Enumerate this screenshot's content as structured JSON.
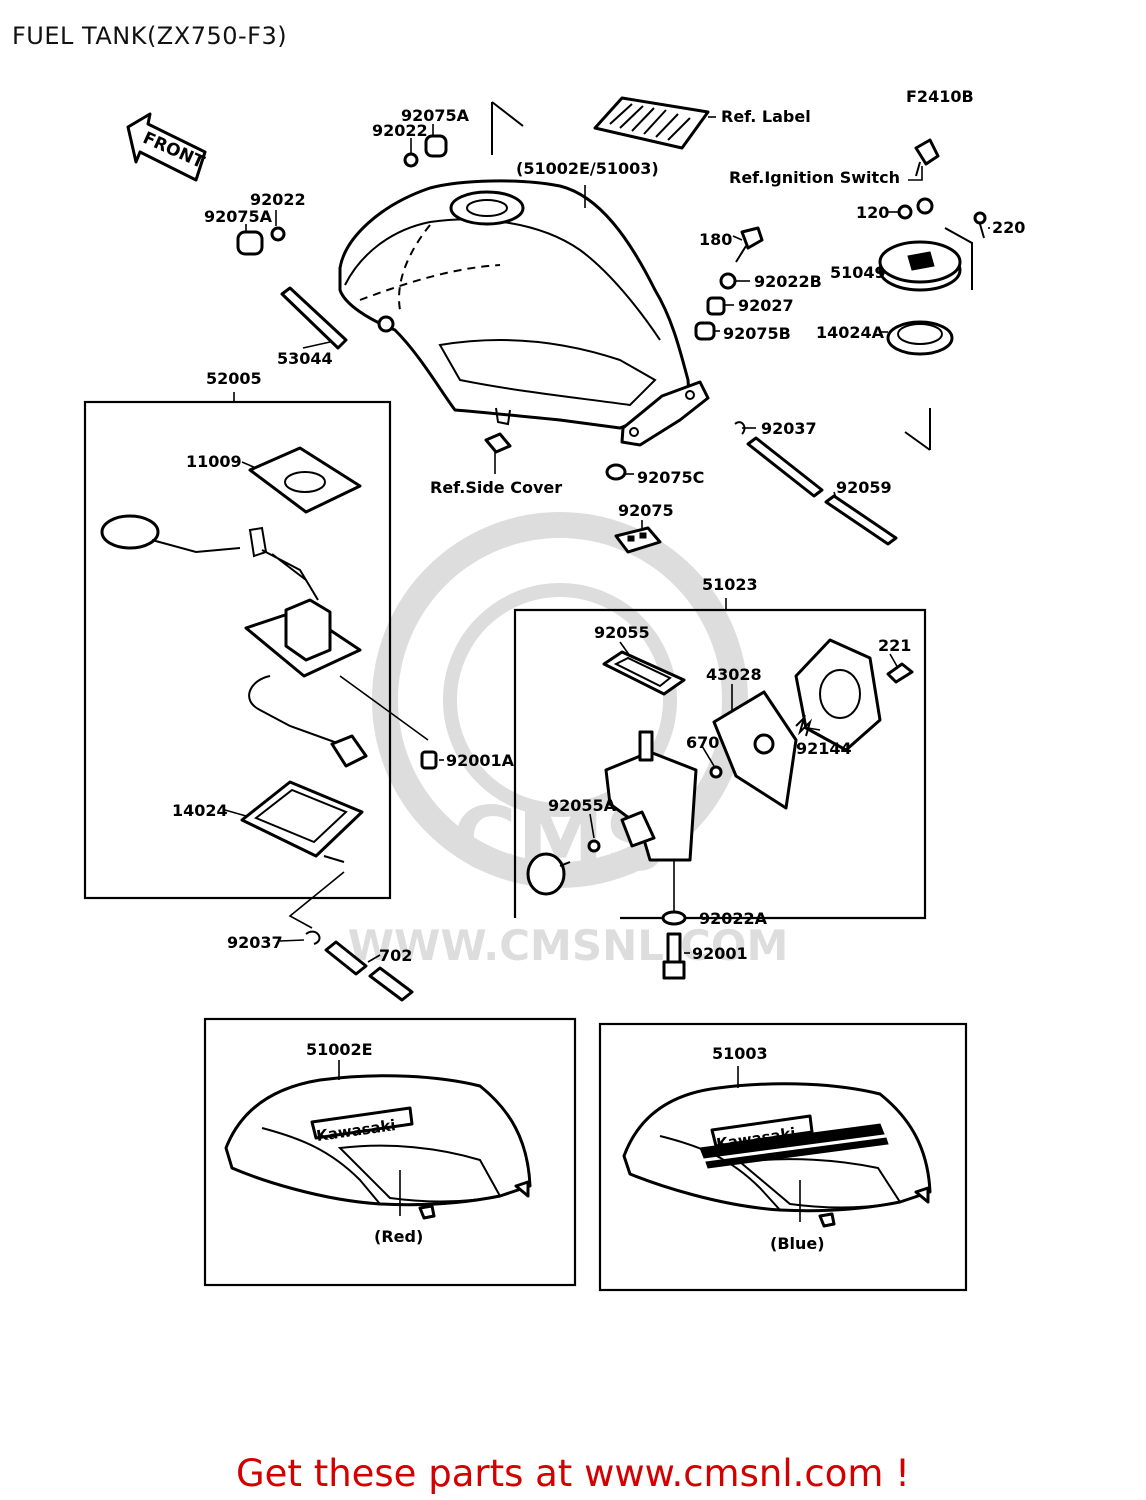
{
  "title": "FUEL TANK(ZX750-F3)",
  "figure_code": "F2410B",
  "front_arrow_label": "FRONT",
  "footer": "Get these parts at www.cmsnl.com !",
  "watermark": "WWW.CMSNL.COM",
  "labels": {
    "p92075A_top": "92075A",
    "p92022_top": "92022",
    "p51002E_51003": "(51002E/51003)",
    "ref_label": "Ref. Label",
    "ref_ignition": "Ref.Ignition Switch",
    "p92022_left": "92022",
    "p92075A_left": "92075A",
    "p53044": "53044",
    "p180": "180",
    "p92022B": "92022B",
    "p92027": "92027",
    "p92075B": "92075B",
    "p120": "120",
    "p220": "220",
    "p51049": "51049",
    "p14024A": "14024A",
    "p52005": "52005",
    "p11009": "11009",
    "ref_side_cover": "Ref.Side Cover",
    "p92075C": "92075C",
    "p92037_right": "92037",
    "p92059": "92059",
    "p92075": "92075",
    "p51023": "51023",
    "p92055": "92055",
    "p43028": "43028",
    "p221": "221",
    "p670": "670",
    "p92144": "92144",
    "p92001A": "92001A",
    "p92055A": "92055A",
    "p14024": "14024",
    "p92022A": "92022A",
    "p92001": "92001",
    "p92037_left": "92037",
    "p702": "702",
    "p51002E": "51002E",
    "p51003": "51003",
    "brand": "Kawasaki",
    "red": "(Red)",
    "blue": "(Blue)"
  }
}
